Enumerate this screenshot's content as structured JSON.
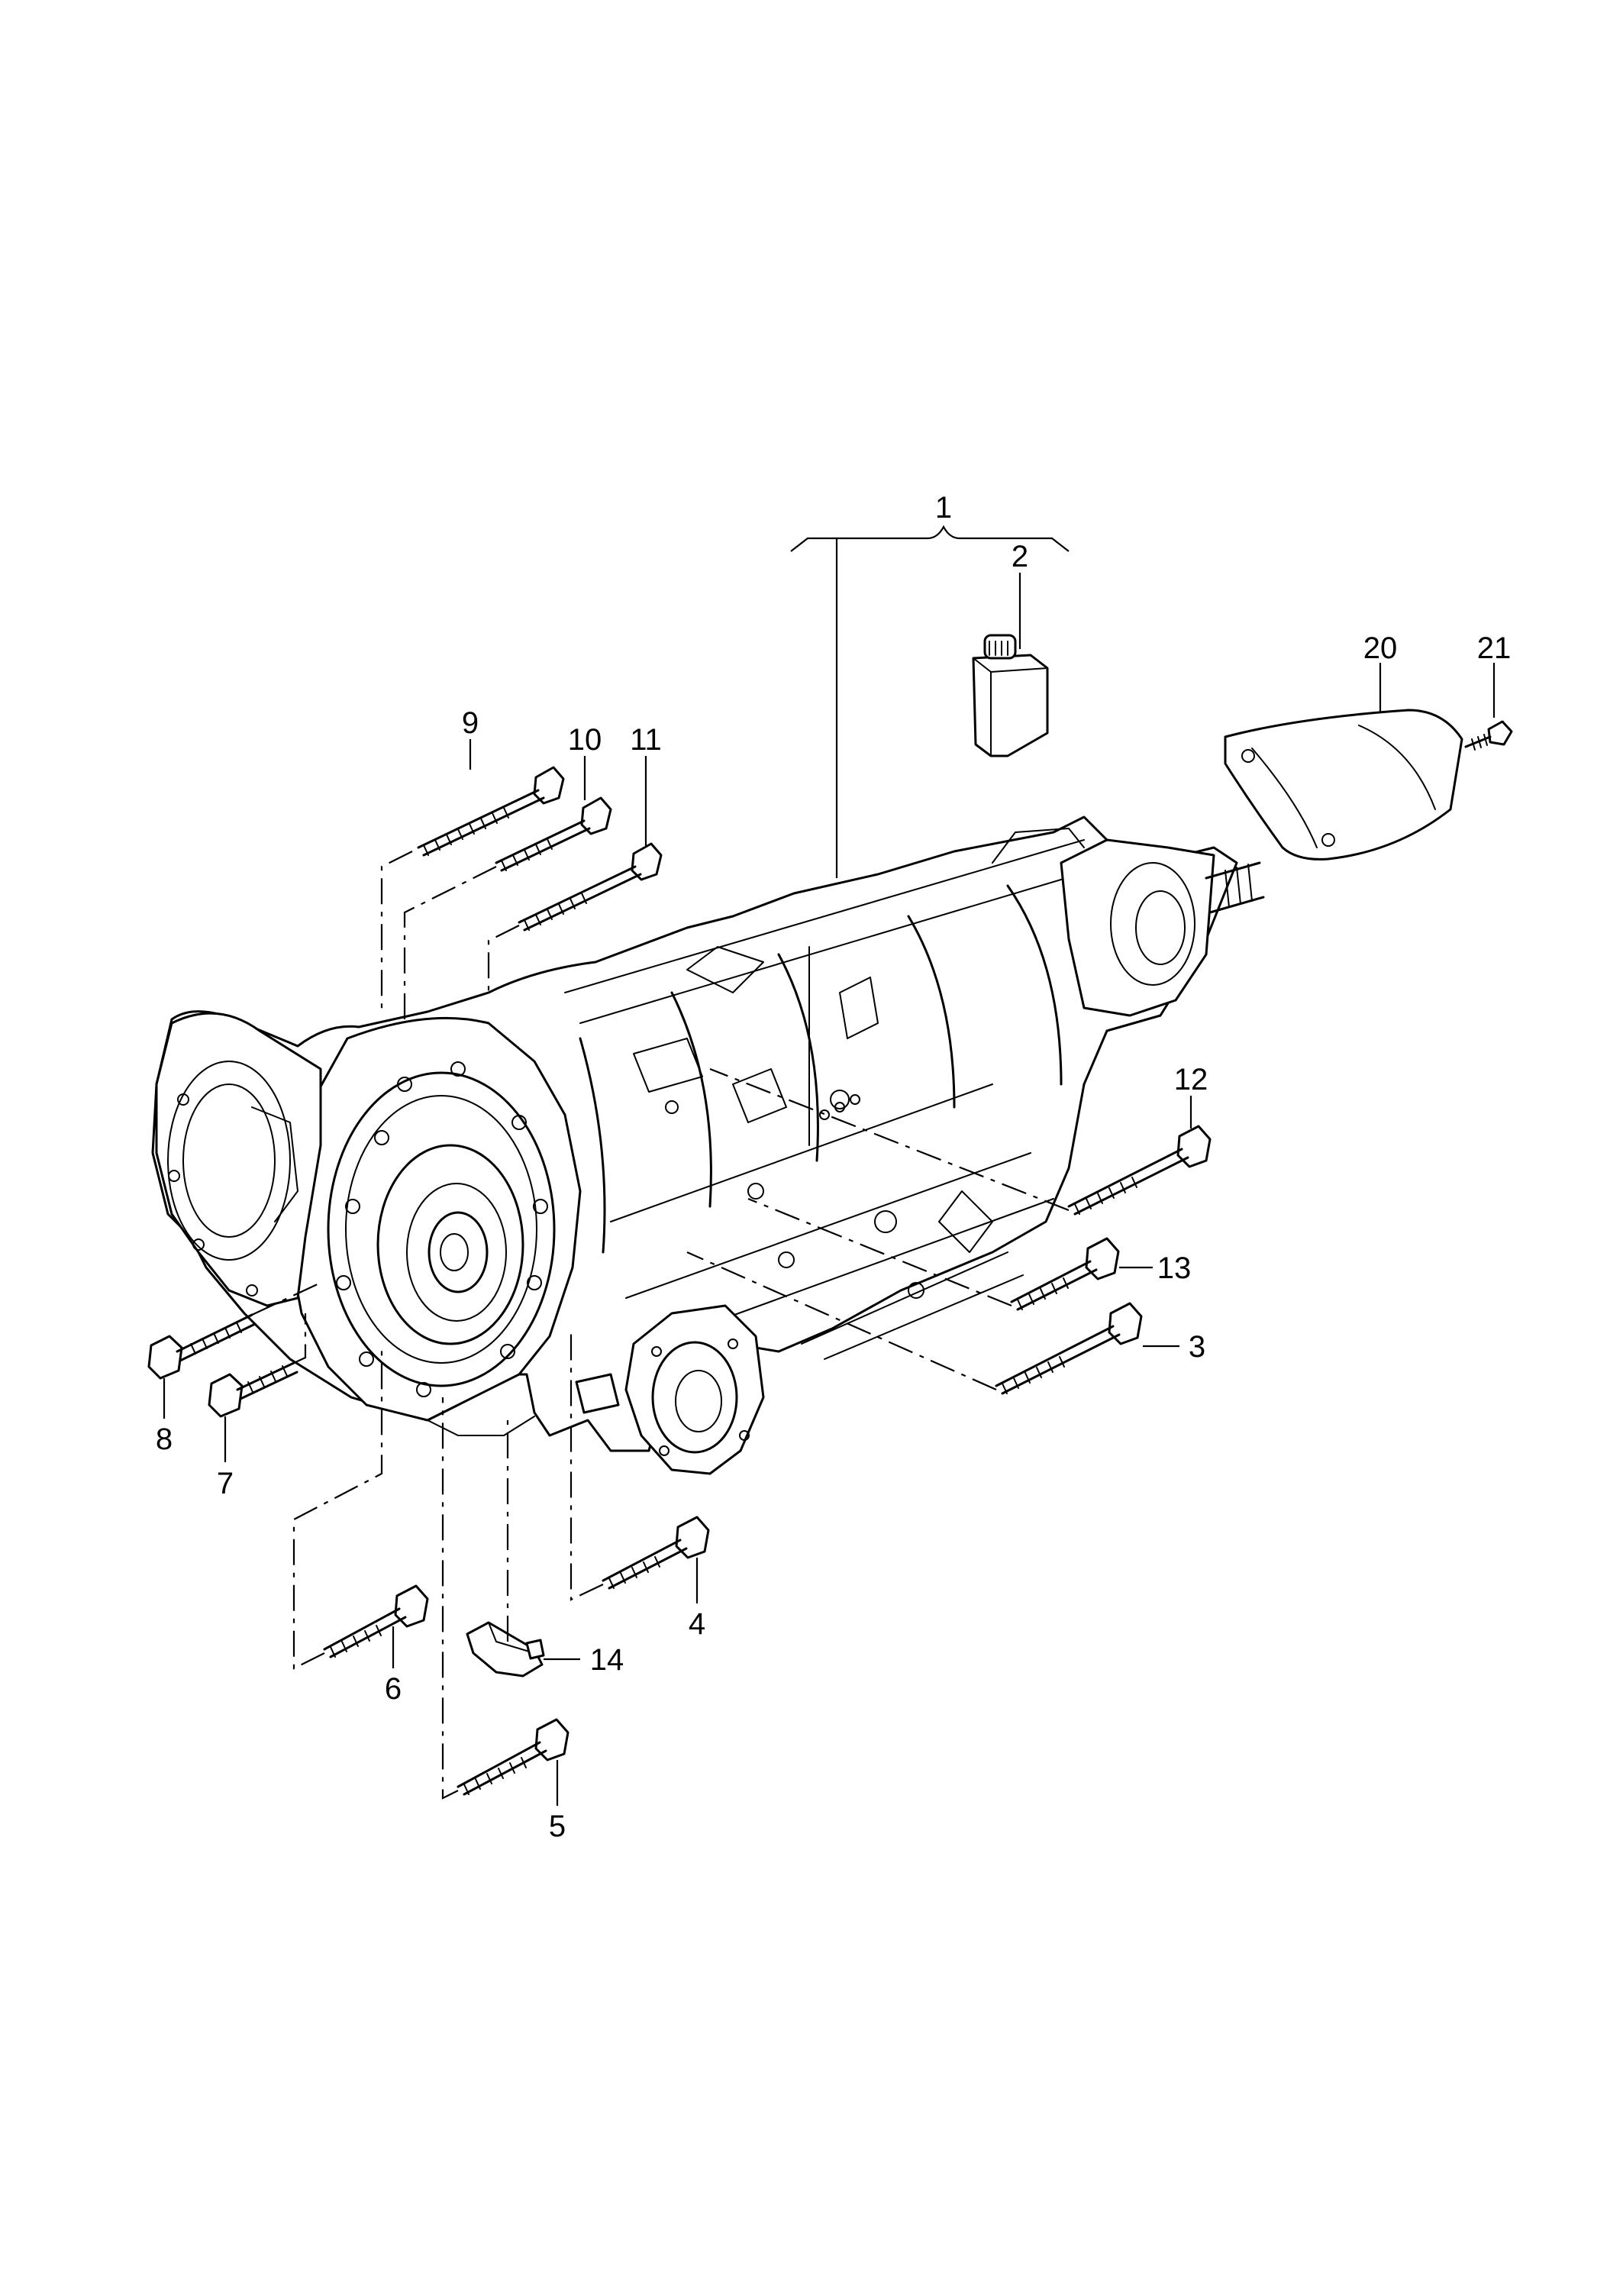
{
  "callouts": {
    "c1": "1",
    "c2": "2",
    "c3": "3",
    "c4": "4",
    "c5": "5",
    "c6": "6",
    "c7": "7",
    "c8": "8",
    "c9": "9",
    "c10": "10",
    "c11": "11",
    "c12": "12",
    "c13": "13",
    "c14": "14",
    "c20": "20",
    "c21": "21"
  }
}
